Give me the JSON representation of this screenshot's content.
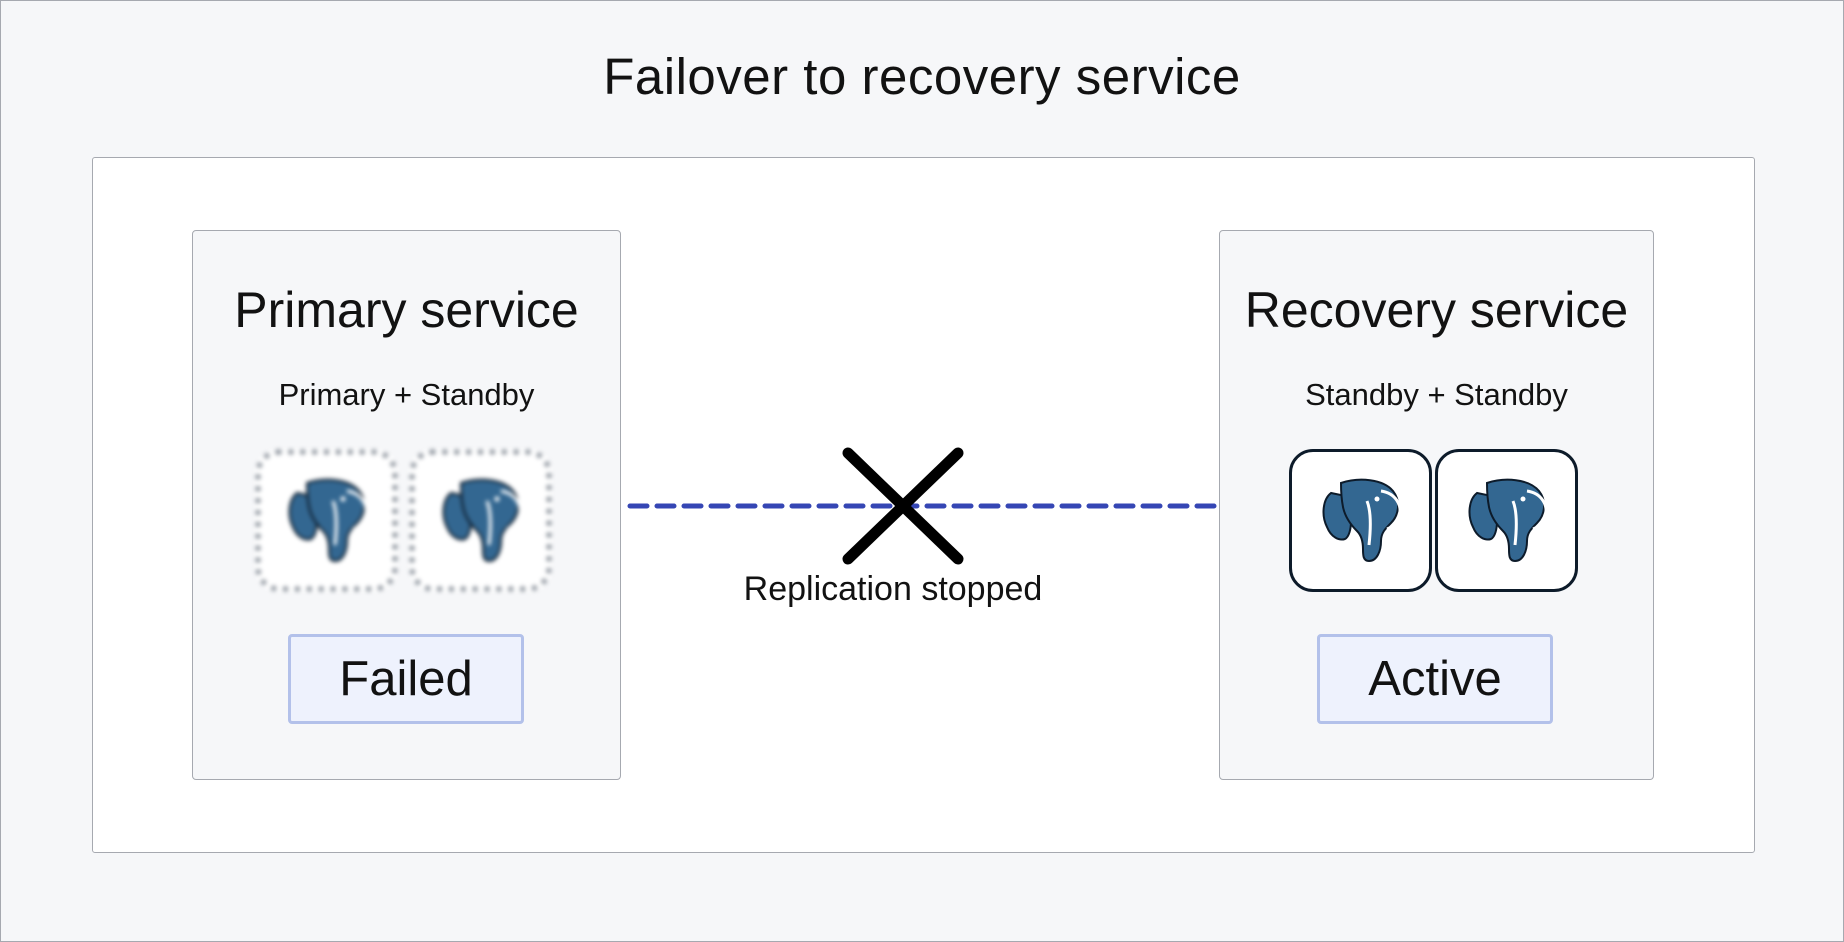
{
  "diagram": {
    "title": "Failover to recovery service",
    "primary": {
      "title": "Primary service",
      "subtitle": "Primary + Standby",
      "nodes": [
        "postgres-elephant-icon",
        "postgres-elephant-icon"
      ],
      "node_state": "failed",
      "status": "Failed"
    },
    "recovery": {
      "title": "Recovery service",
      "subtitle": "Standby + Standby",
      "nodes": [
        "postgres-elephant-icon",
        "postgres-elephant-icon"
      ],
      "node_state": "active",
      "status": "Active"
    },
    "link": {
      "label": "Replication stopped",
      "style": "dashed",
      "color": "#3546b4",
      "stopped_marker": "x-icon"
    }
  },
  "colors": {
    "background": "#f6f7f9",
    "panel": "#ffffff",
    "status_fill": "#eef2fd",
    "status_border": "#b3c1ea",
    "elephant": "#336791",
    "node_border": "#0d1b2a"
  }
}
